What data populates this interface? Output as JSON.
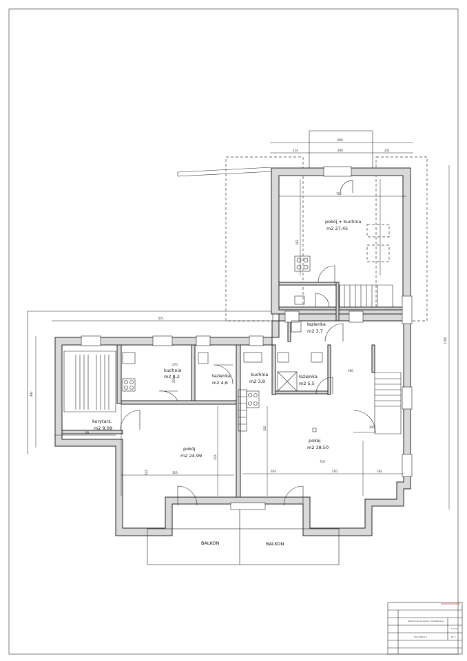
{
  "rooms": [
    {
      "id": "pokoj-kuchnia",
      "name": "pokój + kuchnia",
      "area": "m2  27,45"
    },
    {
      "id": "lazienka-top",
      "name": "łazienka",
      "area": "m2  3,7"
    },
    {
      "id": "korytarz",
      "name": "korytarz.",
      "area": "m2  9,09"
    },
    {
      "id": "kuchnia-left",
      "name": "kuchnia",
      "area": "m2  8,2"
    },
    {
      "id": "lazienka-left",
      "name": "łazienka",
      "area": "m2  4,6"
    },
    {
      "id": "kuchnia-mid",
      "name": "kuchnia",
      "area": "m2  3,8"
    },
    {
      "id": "lazienka-mid",
      "name": "łazienka",
      "area": "m2  5,5"
    },
    {
      "id": "pokoj-left",
      "name": "pokój",
      "area": "m2  24,99"
    },
    {
      "id": "pokoj-right",
      "name": "pokój",
      "area": "m2  38,50"
    }
  ],
  "balconies": [
    "BALKON",
    "BALKON"
  ],
  "dimensions": {
    "top_total": "609",
    "top_a": "214",
    "top_b": "200",
    "top_c": "231",
    "upper_width": "708",
    "left_total": "671",
    "right_height": "1190",
    "left_height": "492",
    "upper_height": "383",
    "mid_a": "204",
    "mid_b": "210",
    "mid_c": "182",
    "lower_left_width": "316",
    "lower_right_width": "710",
    "stair_w": "190",
    "kitchen_w": "270",
    "room_h_a": "533",
    "room_h_b": "223",
    "room_h_c": "203",
    "room_h_d": "300",
    "door_a": "80",
    "door_b": "200"
  },
  "title_block": {
    "line1": "Rozbudowa budynku mieszkalnego",
    "line2": "Rzut Piętra 2",
    "scale": "1:100",
    "sheet": "Nr 4"
  }
}
